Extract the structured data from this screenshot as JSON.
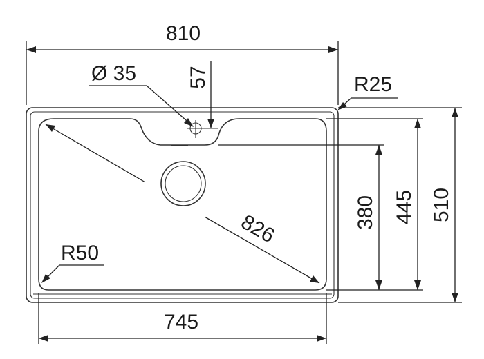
{
  "drawing": {
    "stroke_color": "#333333",
    "background_color": "#ffffff"
  },
  "dimensions": {
    "overall_width": "810",
    "bowl_width": "745",
    "overall_depth": "510",
    "bowl_depth": "445",
    "drain_to_front": "380",
    "tap_hole_offset": "57",
    "tap_hole_diameter": "Ø 35",
    "corner_radius_outer": "R25",
    "corner_radius_bowl": "R50",
    "bowl_diagonal": "826"
  }
}
